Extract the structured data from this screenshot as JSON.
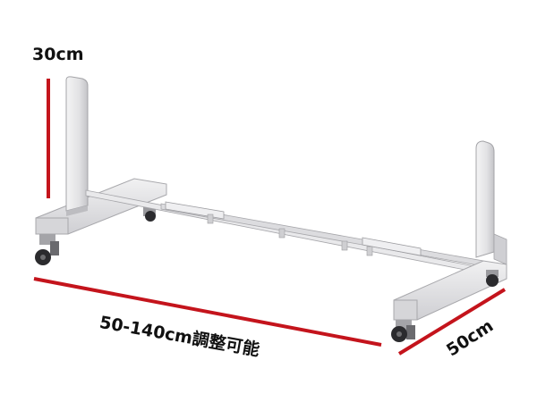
{
  "dimensions": {
    "height": "30cm",
    "length": "50-140cm調整可能",
    "depth": "50cm"
  },
  "colors": {
    "dimension_line": "#c4141c",
    "frame": "#e4e4e6",
    "frame_shadow": "#b6b6ba",
    "caster": "#2b2b2e"
  }
}
